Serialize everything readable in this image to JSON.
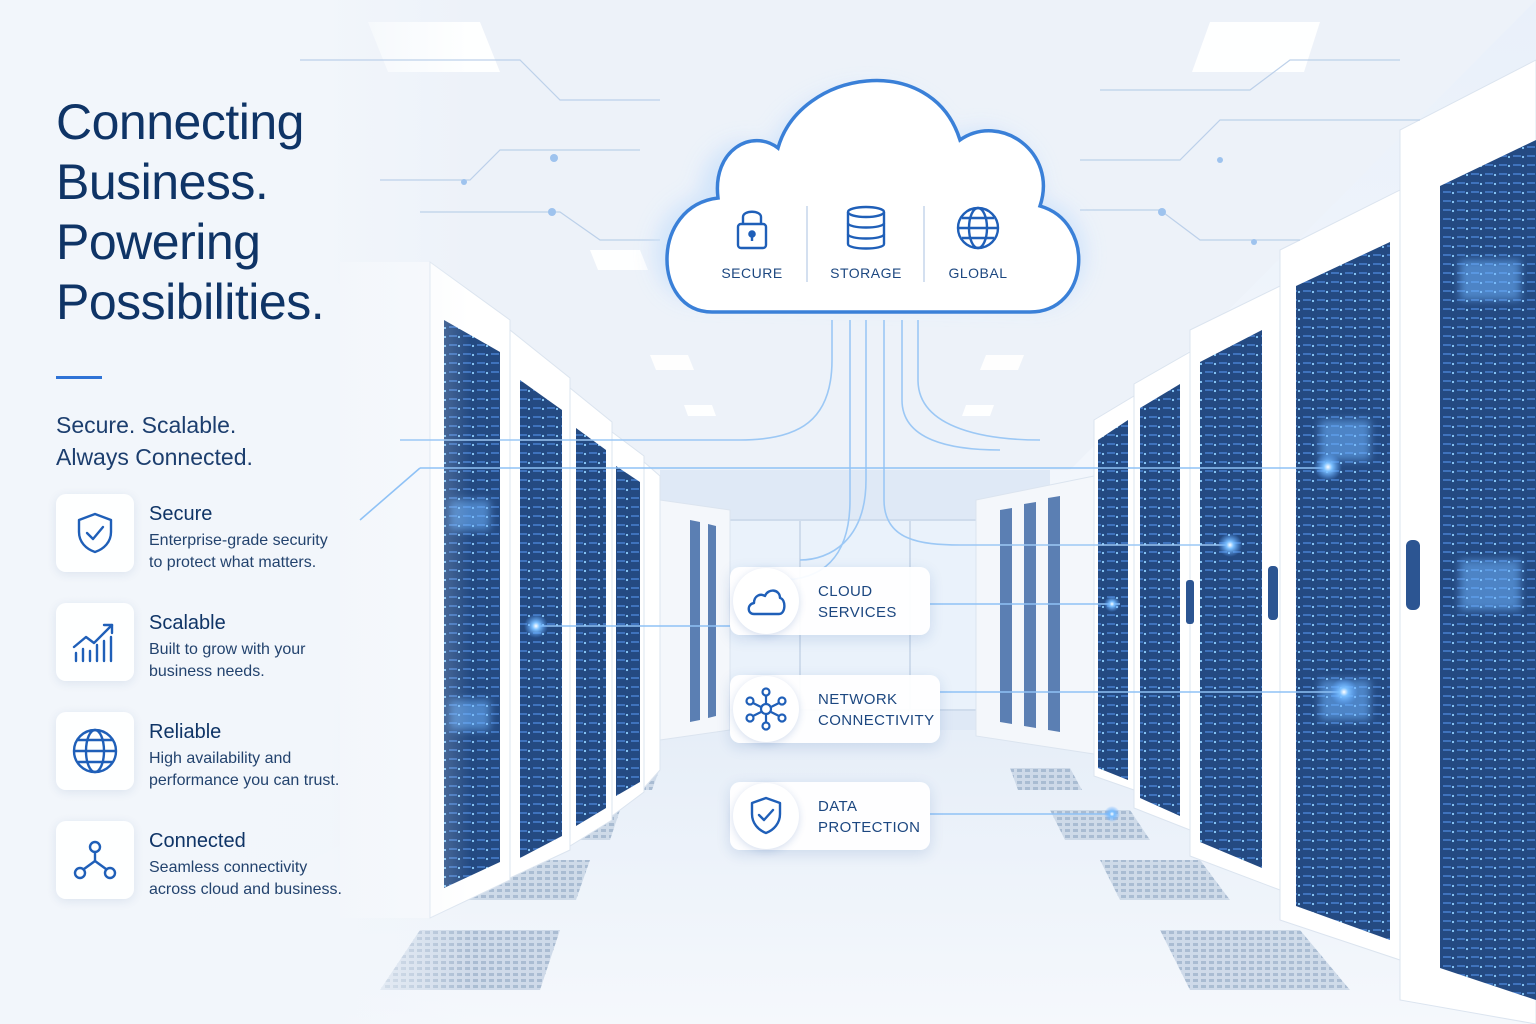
{
  "hero": {
    "headline_lines": [
      "Connecting",
      "Business.",
      "Powering",
      "Possibilities."
    ],
    "tagline_lines": [
      "Secure. Scalable.",
      "Always Connected."
    ]
  },
  "features": [
    {
      "icon": "shield-check-icon",
      "title": "Secure",
      "desc_lines": [
        "Enterprise-grade security",
        "to protect what matters."
      ]
    },
    {
      "icon": "growth-chart-icon",
      "title": "Scalable",
      "desc_lines": [
        "Built to grow with your",
        "business needs."
      ]
    },
    {
      "icon": "globe-icon",
      "title": "Reliable",
      "desc_lines": [
        "High availability and",
        "performance you can trust."
      ]
    },
    {
      "icon": "network-nodes-icon",
      "title": "Connected",
      "desc_lines": [
        "Seamless connectivity",
        "across cloud and business."
      ]
    }
  ],
  "cloud": {
    "items": [
      {
        "icon": "padlock-icon",
        "label": "SECURE"
      },
      {
        "icon": "database-icon",
        "label": "STORAGE"
      },
      {
        "icon": "globe-icon",
        "label": "GLOBAL"
      }
    ]
  },
  "services": [
    {
      "icon": "cloud-icon",
      "lines": [
        "CLOUD",
        "SERVICES"
      ]
    },
    {
      "icon": "network-hub-icon",
      "lines": [
        "NETWORK",
        "CONNECTIVITY"
      ]
    },
    {
      "icon": "shield-check-icon",
      "lines": [
        "DATA",
        "PROTECTION"
      ]
    }
  ],
  "colors": {
    "primary": "#0f3466",
    "accent": "#2f73d6",
    "glow": "#5aa3ff",
    "background": "#eef3fa"
  }
}
